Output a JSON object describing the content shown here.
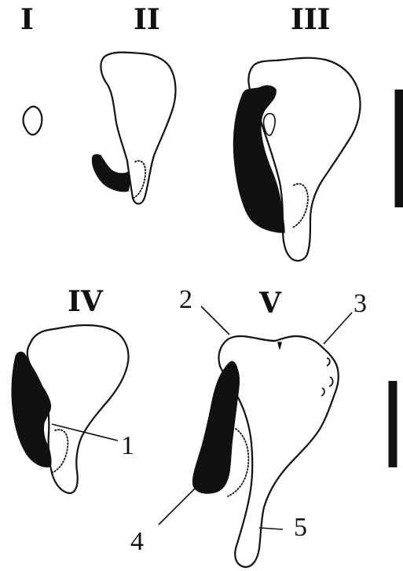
{
  "stages": [
    {
      "label": "I"
    },
    {
      "label": "II"
    },
    {
      "label": "III"
    },
    {
      "label": "IV"
    },
    {
      "label": "V"
    }
  ],
  "callouts": [
    {
      "label": "1"
    },
    {
      "label": "2"
    },
    {
      "label": "3"
    },
    {
      "label": "4"
    },
    {
      "label": "5"
    }
  ],
  "colors": {
    "ink": "#111111",
    "background": "#ffffff"
  }
}
